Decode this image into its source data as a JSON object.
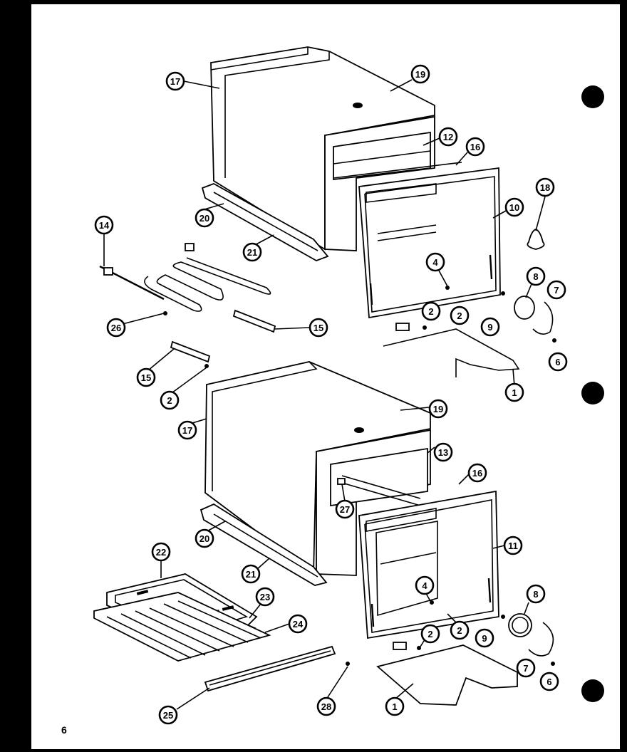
{
  "page_number": "6",
  "callouts": {
    "c17a": "17",
    "c19a": "19",
    "c12": "12",
    "c16a": "16",
    "c18": "18",
    "c20a": "20",
    "c21a": "21",
    "c10": "10",
    "c14": "14",
    "c4a": "4",
    "c8a": "8",
    "c7a": "7",
    "c2a": "2",
    "c2b": "2",
    "c9a": "9",
    "c26": "26",
    "c15a": "15",
    "c6a": "6",
    "c15b": "15",
    "c2c": "2",
    "c1a": "1",
    "c19b": "19",
    "c17b": "17",
    "c13": "13",
    "c16b": "16",
    "c27": "27",
    "c20b": "20",
    "c11": "11",
    "c22": "22",
    "c21b": "21",
    "c4b": "4",
    "c8b": "8",
    "c23": "23",
    "c2d": "2",
    "c9b": "9",
    "c24": "24",
    "c2e": "2",
    "c7b": "7",
    "c6b": "6",
    "c25": "25",
    "c28": "28",
    "c1b": "1"
  }
}
